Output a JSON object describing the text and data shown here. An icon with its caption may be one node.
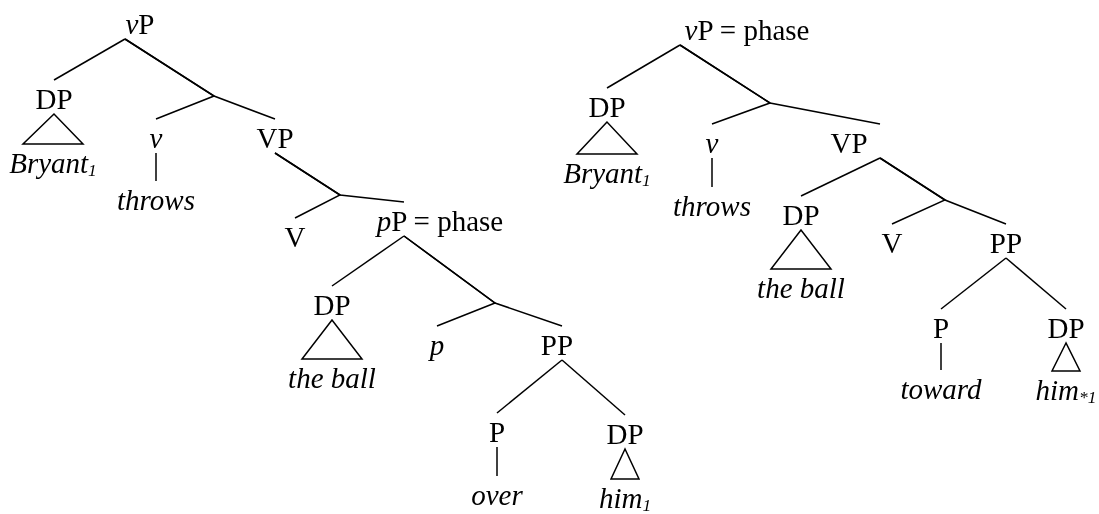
{
  "diagram": {
    "nodes": [
      {
        "text": [
          "vP"
        ]
      },
      {
        "text": [
          "DP"
        ]
      },
      {
        "text": [
          "Bryant$_{1}$"
        ]
      },
      {
        "text": [
          "v"
        ]
      },
      {
        "text": [
          "throws"
        ]
      },
      {
        "text": [
          "VP"
        ]
      },
      {
        "text": [
          "V"
        ]
      },
      {
        "text": [
          "pP = phase"
        ]
      },
      {
        "text": [
          "DP"
        ]
      },
      {
        "text": [
          "the ball"
        ]
      },
      {
        "text": [
          "p"
        ]
      },
      {
        "text": [
          "PP"
        ]
      },
      {
        "text": [
          "P"
        ]
      },
      {
        "text": [
          "over"
        ]
      },
      {
        "text": [
          "DP"
        ]
      },
      {
        "text": [
          "him$_{1}$"
        ]
      },
      {
        "text": [
          "vP = phase"
        ]
      },
      {
        "text": [
          "DP"
        ]
      },
      {
        "text": [
          "Bryant$_{1}$"
        ]
      },
      {
        "text": [
          "v"
        ]
      },
      {
        "text": [
          "throws"
        ]
      },
      {
        "text": [
          "VP"
        ]
      },
      {
        "text": [
          "DP"
        ]
      },
      {
        "text": [
          "the ball"
        ]
      },
      {
        "text": [
          "V"
        ]
      },
      {
        "text": [
          "PP"
        ]
      },
      {
        "text": [
          "P"
        ]
      },
      {
        "text": [
          "toward"
        ]
      },
      {
        "text": [
          "DP"
        ]
      },
      {
        "text": [
          "him$_{*1}$"
        ]
      }
    ],
    "edges": [
      {
        "from": 0,
        "to": 1,
        "arrow": "none"
      },
      {
        "from": 0,
        "to": 3,
        "arrow": "none"
      },
      {
        "from": 0,
        "to": 5,
        "arrow": "none"
      },
      {
        "from": 1,
        "to": 2,
        "arrow": "none"
      },
      {
        "from": 3,
        "to": 4,
        "arrow": "none"
      },
      {
        "from": 5,
        "to": 6,
        "arrow": "none"
      },
      {
        "from": 5,
        "to": 7,
        "arrow": "none"
      },
      {
        "from": 7,
        "to": 8,
        "arrow": "none"
      },
      {
        "from": 7,
        "to": 10,
        "arrow": "none"
      },
      {
        "from": 7,
        "to": 11,
        "arrow": "none"
      },
      {
        "from": 8,
        "to": 9,
        "arrow": "none"
      },
      {
        "from": 11,
        "to": 12,
        "arrow": "none"
      },
      {
        "from": 11,
        "to": 14,
        "arrow": "none"
      },
      {
        "from": 12,
        "to": 13,
        "arrow": "none"
      },
      {
        "from": 14,
        "to": 15,
        "arrow": "none"
      },
      {
        "from": 16,
        "to": 17,
        "arrow": "none"
      },
      {
        "from": 16,
        "to": 19,
        "arrow": "none"
      },
      {
        "from": 16,
        "to": 21,
        "arrow": "none"
      },
      {
        "from": 17,
        "to": 18,
        "arrow": "none"
      },
      {
        "from": 19,
        "to": 20,
        "arrow": "none"
      },
      {
        "from": 21,
        "to": 22,
        "arrow": "none"
      },
      {
        "from": 21,
        "to": 24,
        "arrow": "none"
      },
      {
        "from": 21,
        "to": 25,
        "arrow": "none"
      },
      {
        "from": 22,
        "to": 23,
        "arrow": "none"
      },
      {
        "from": 25,
        "to": 26,
        "arrow": "none"
      },
      {
        "from": 25,
        "to": 28,
        "arrow": "none"
      },
      {
        "from": 26,
        "to": 27,
        "arrow": "none"
      },
      {
        "from": 28,
        "to": 29,
        "arrow": "none"
      }
    ]
  }
}
